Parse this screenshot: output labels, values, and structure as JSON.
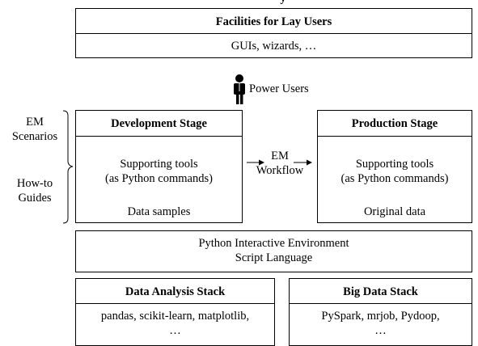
{
  "top": {
    "cut_text": "y",
    "facilities_title": "Facilities for Lay Users",
    "facilities_body": "GUIs, wizards, …"
  },
  "power_users": {
    "label": "Power Users",
    "icon": "person-icon"
  },
  "left": {
    "em_line1": "EM",
    "em_line2": "Scenarios",
    "howto_line1": "How-to",
    "howto_line2": "Guides"
  },
  "dev": {
    "title": "Development Stage",
    "tools_line1": "Supporting tools",
    "tools_line2": "(as Python commands)",
    "data": "Data samples"
  },
  "flow": {
    "line1": "EM",
    "line2": "Workflow"
  },
  "prod": {
    "title": "Production Stage",
    "tools_line1": "Supporting tools",
    "tools_line2": "(as Python commands)",
    "data": "Original data"
  },
  "python": {
    "line1": "Python Interactive Environment",
    "line2": "Script Language"
  },
  "data_analysis": {
    "title": "Data Analysis Stack",
    "body1": "pandas,  scikit-learn, matplotlib,",
    "body2": "…"
  },
  "big_data": {
    "title": "Big Data  Stack",
    "body1": "PySpark, mrjob, Pydoop,",
    "body2": "…"
  }
}
